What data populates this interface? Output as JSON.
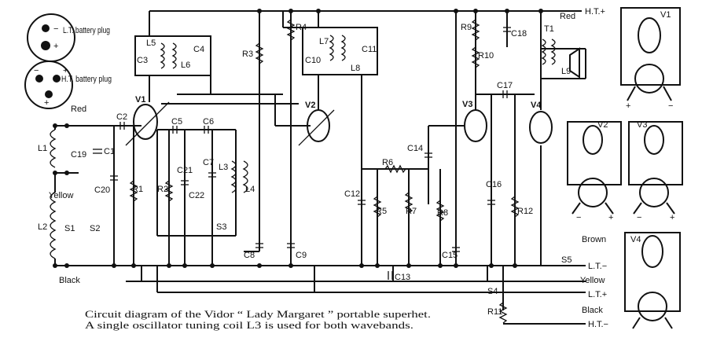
{
  "caption": {
    "line1": "Circuit diagram of the Vidor “ Lady Margaret ” portable superhet.",
    "line2": "A single oscillator tuning coil L3 is used for both wavebands."
  },
  "plugs": {
    "lt": "L.T. battery plug",
    "ht": "H.T. battery plug"
  },
  "leads": {
    "red_left": "Red",
    "yellow_left": "Yellow",
    "black_left": "Black",
    "red_right": "Red",
    "brown": "Brown",
    "yellow_right": "Yellow",
    "black_right": "Black"
  },
  "terminals": {
    "ht_plus": "H.T.+",
    "lt_minus": "L.T.−",
    "lt_plus": "L.T.+",
    "ht_minus": "H.T.−"
  },
  "valves": [
    "V1",
    "V2",
    "V3",
    "V4"
  ],
  "base_labels": [
    "V1",
    "V2",
    "V3",
    "V4"
  ],
  "components": [
    "L1",
    "L2",
    "C19",
    "C1",
    "C20",
    "S1",
    "S2",
    "C2",
    "R1",
    "C5",
    "C6",
    "R2",
    "C21",
    "C22",
    "C7",
    "S3",
    "L3",
    "L4",
    "C8",
    "C3",
    "L5",
    "L6",
    "C4",
    "R3",
    "R4",
    "C9",
    "L7",
    "L8",
    "C10",
    "C11",
    "C12",
    "R5",
    "R6",
    "R7",
    "C14",
    "R8",
    "C13",
    "R9",
    "R10",
    "C18",
    "C15",
    "C16",
    "C17",
    "R12",
    "T1",
    "L9",
    "S4",
    "R11",
    "S5"
  ]
}
